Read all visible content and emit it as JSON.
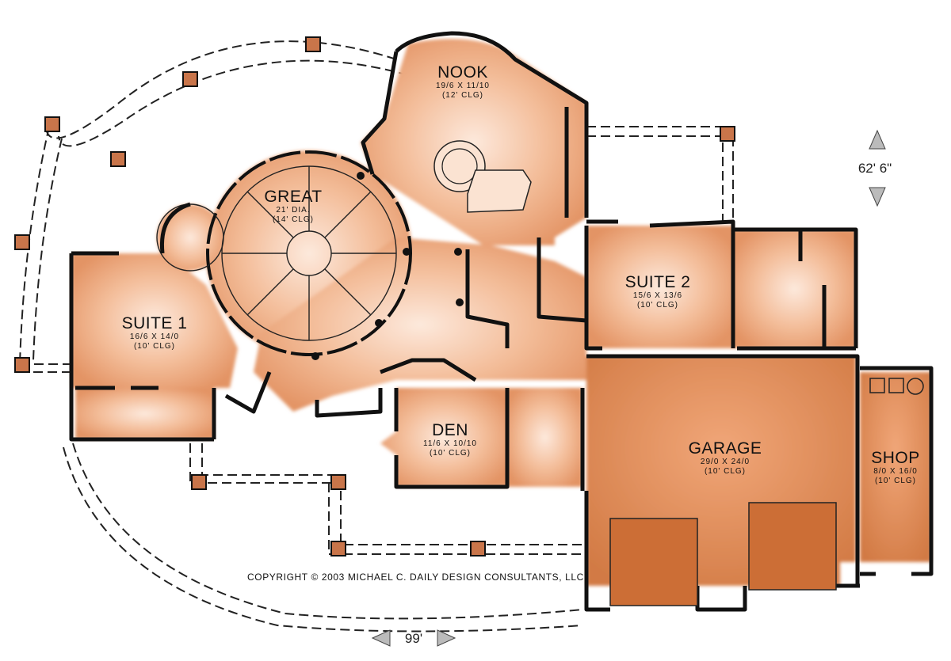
{
  "rooms": {
    "nook": {
      "name": "NOOK",
      "dims": "19/6 X 11/10",
      "ceiling": "(12' CLG)"
    },
    "great": {
      "name": "GREAT",
      "dims": "21' DIA.",
      "ceiling": "(14' CLG)"
    },
    "suite1": {
      "name": "SUITE 1",
      "dims": "16/6 X 14/0",
      "ceiling": "(10' CLG)"
    },
    "suite2": {
      "name": "SUITE 2",
      "dims": "15/6 X 13/6",
      "ceiling": "(10' CLG)"
    },
    "den": {
      "name": "DEN",
      "dims": "11/6 X 10/10",
      "ceiling": "(10' CLG)"
    },
    "garage": {
      "name": "GARAGE",
      "dims": "29/0 X 24/0",
      "ceiling": "(10' CLG)"
    },
    "shop": {
      "name": "SHOP",
      "dims": "8/0 X 16/0",
      "ceiling": "(10' CLG)"
    }
  },
  "dimensions": {
    "depth": "62' 6\"",
    "width": "99'"
  },
  "copyright": "COPYRIGHT © 2003 MICHAEL C. DAILY DESIGN CONSULTANTS, LLC",
  "colors": {
    "floor": "#e9a075",
    "floor_dark": "#cf6f3c",
    "floor_light": "#fbe3d2",
    "wall": "#111111",
    "post": "#c9754a"
  }
}
